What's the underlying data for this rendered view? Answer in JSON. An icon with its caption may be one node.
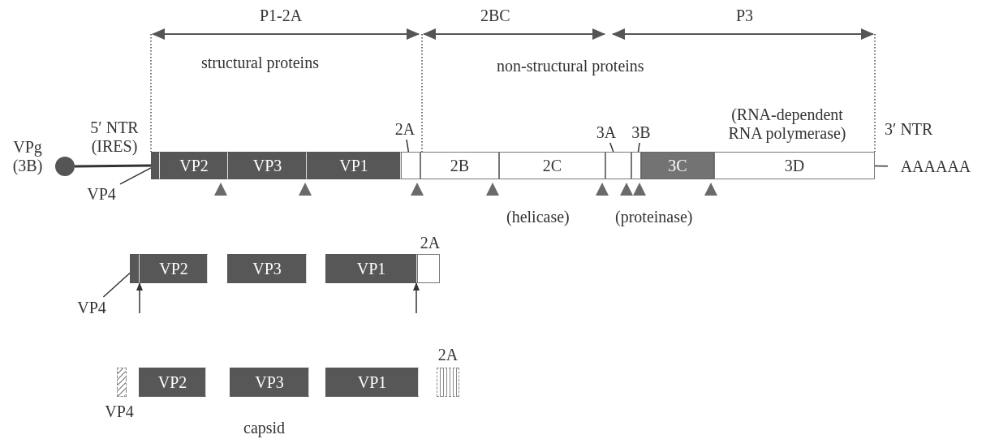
{
  "diagram": {
    "nodes": [
      {
        "text": [],
        "shape": "circle",
        "beside": [
          "VPg (3B)"
        ]
      },
      {
        "text": [],
        "shape": "box"
      },
      {
        "text": [
          "VP2"
        ]
      },
      {
        "text": [
          "VP3"
        ]
      },
      {
        "text": [
          "VP1"
        ]
      },
      {
        "text": [],
        "shape": "box"
      },
      {
        "text": [
          "2B"
        ]
      },
      {
        "text": [
          "2C"
        ]
      },
      {
        "text": [],
        "shape": "box"
      },
      {
        "text": [],
        "shape": "box"
      },
      {
        "text": [
          "3C"
        ]
      },
      {
        "text": [
          "3D"
        ]
      },
      {
        "text": [
          "AAAAAA"
        ]
      },
      {
        "text": [
          "VP4"
        ]
      },
      {
        "text": [
          "2A"
        ]
      },
      {
        "text": [
          "3A"
        ]
      },
      {
        "text": [
          "3B"
        ]
      },
      {
        "text": [],
        "shape": "box"
      },
      {
        "text": [
          "VP2"
        ]
      },
      {
        "text": [
          "VP3"
        ]
      },
      {
        "text": [
          "VP1"
        ]
      },
      {
        "text": [],
        "shape": "box",
        "beside": [
          "2A"
        ]
      },
      {
        "text": [
          "VP4"
        ]
      },
      {
        "text": [],
        "shape": "box",
        "beside": [
          "VP4"
        ]
      },
      {
        "text": [
          "VP2"
        ]
      },
      {
        "text": [
          "VP3"
        ]
      },
      {
        "text": [
          "VP1"
        ]
      },
      {
        "text": [],
        "shape": "box",
        "beside": [
          "2A"
        ]
      }
    ],
    "edges": [
      {
        "from": 0,
        "to": 1,
        "arrow": "none"
      },
      {
        "from": 11,
        "to": 12,
        "arrow": "none"
      },
      {
        "from": 13,
        "to": 1,
        "arrow": "none"
      },
      {
        "from": 14,
        "to": 5,
        "arrow": "none"
      },
      {
        "from": 15,
        "to": 8,
        "arrow": "none"
      },
      {
        "from": 16,
        "to": 9,
        "arrow": "none"
      },
      {
        "from": 22,
        "to": 17,
        "arrow": "none"
      },
      {
        "from": null,
        "to": 17,
        "arrow": "to"
      },
      {
        "from": null,
        "to": 20,
        "arrow": "to"
      }
    ],
    "labels": [
      "P1-2A",
      "2BC",
      "P3",
      "structural proteins",
      "non-structural proteins",
      "5′ NTR (IRES)",
      "(RNA-dependent RNA polymerase)",
      "3′ NTR",
      "(helicase)",
      "(proteinase)",
      "capsid"
    ]
  }
}
